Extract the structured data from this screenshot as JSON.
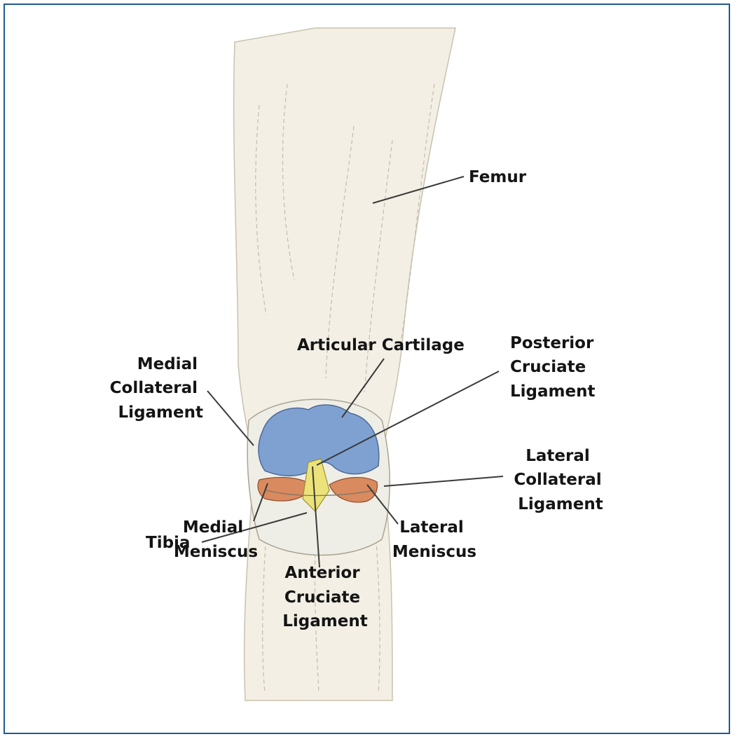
{
  "labels": {
    "femur": "Femur",
    "articular_cartilage": "Articular Cartilage",
    "posterior_cruciate": [
      "Posterior",
      "Cruciate",
      "Ligament"
    ],
    "medial_collateral": [
      "Medial",
      "Collateral",
      "Ligament"
    ],
    "lateral_collateral": [
      "Lateral",
      "Collateral",
      "Ligament"
    ],
    "medial_meniscus": [
      "Medial",
      "Meniscus"
    ],
    "lateral_meniscus": [
      "Lateral",
      "Meniscus"
    ],
    "anterior_cruciate": [
      "Anterior",
      "Cruciate",
      "Ligament"
    ],
    "tibia": "Tibia"
  },
  "colors": {
    "frame": "#1f5a8f",
    "bone": "#f3efe4",
    "cartilage": "#7fa1d2",
    "meniscus": "#d98a5e",
    "cruciate": "#ece27a",
    "leader": "#3a3a3a"
  }
}
